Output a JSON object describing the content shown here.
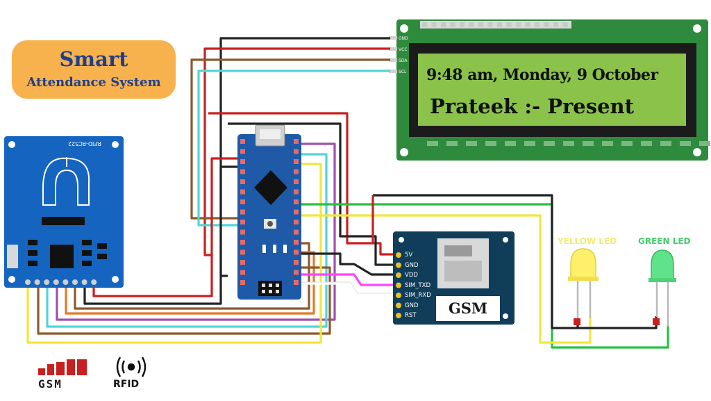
{
  "title": {
    "main": "Smart",
    "sub": "Attendance System"
  },
  "lcd": {
    "line1": "9:48 am, Monday, 9 October",
    "line2": "Prateek :- Present",
    "pins": [
      "GND",
      "VCC",
      "SDA",
      "SCL"
    ]
  },
  "gsm_module": {
    "label": "GSM",
    "pins": [
      "5V",
      "GND",
      "VDD",
      "SIM_TXD",
      "SIM_RXD",
      "GND",
      "RST"
    ]
  },
  "rfid_module": {
    "label": "RFID-RC522"
  },
  "leds": {
    "yellow_label": "YELLOW LED",
    "green_label": "GREEN LED"
  },
  "logos": {
    "gsm_text": "GSM",
    "rfid_text": "RFID"
  },
  "colors": {
    "lcd_board": "#2e8b3d",
    "lcd_screen": "#8bc34a",
    "arduino_board": "#1e5aa8",
    "rfid_board": "#1565c0",
    "gsm_board": "#0f3d5a",
    "title_box": "#f8b24d",
    "title_text": "#1f3f8a",
    "wire_red": "#c8201f",
    "wire_black": "#222222",
    "wire_brown": "#8b5a2b",
    "wire_cyan": "#4fd6d6",
    "wire_yellow": "#f2e63a",
    "wire_green": "#28c043",
    "wire_purple": "#a050b0",
    "wire_magenta": "#ff45ff",
    "wire_orange": "#e07b28",
    "yellow_led": "#ffef6a",
    "green_led": "#5fe38a"
  }
}
